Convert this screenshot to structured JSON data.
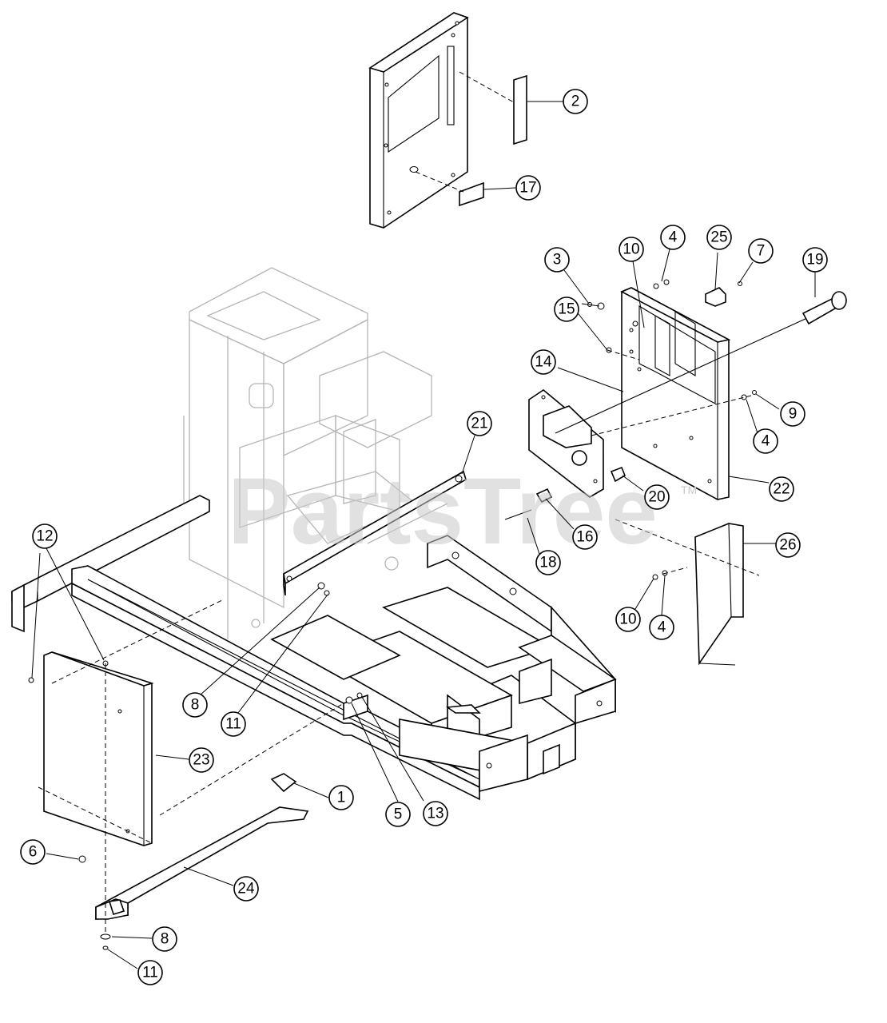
{
  "watermark": {
    "text": "PartsTree",
    "tm": "TM"
  },
  "callouts": [
    {
      "id": "c-2",
      "label": "2"
    },
    {
      "id": "c-17",
      "label": "17"
    },
    {
      "id": "c-3",
      "label": "3"
    },
    {
      "id": "c-10a",
      "label": "10"
    },
    {
      "id": "c-4a",
      "label": "4"
    },
    {
      "id": "c-25",
      "label": "25"
    },
    {
      "id": "c-7",
      "label": "7"
    },
    {
      "id": "c-19",
      "label": "19"
    },
    {
      "id": "c-15",
      "label": "15"
    },
    {
      "id": "c-14",
      "label": "14"
    },
    {
      "id": "c-9",
      "label": "9"
    },
    {
      "id": "c-4b",
      "label": "4"
    },
    {
      "id": "c-21",
      "label": "21"
    },
    {
      "id": "c-20",
      "label": "20"
    },
    {
      "id": "c-22",
      "label": "22"
    },
    {
      "id": "c-16",
      "label": "16"
    },
    {
      "id": "c-18",
      "label": "18"
    },
    {
      "id": "c-26",
      "label": "26"
    },
    {
      "id": "c-12",
      "label": "12"
    },
    {
      "id": "c-10b",
      "label": "10"
    },
    {
      "id": "c-4c",
      "label": "4"
    },
    {
      "id": "c-8a",
      "label": "8"
    },
    {
      "id": "c-11a",
      "label": "11"
    },
    {
      "id": "c-23",
      "label": "23"
    },
    {
      "id": "c-1",
      "label": "1"
    },
    {
      "id": "c-5",
      "label": "5"
    },
    {
      "id": "c-13",
      "label": "13"
    },
    {
      "id": "c-6",
      "label": "6"
    },
    {
      "id": "c-24",
      "label": "24"
    },
    {
      "id": "c-8b",
      "label": "8"
    },
    {
      "id": "c-11b",
      "label": "11"
    }
  ]
}
